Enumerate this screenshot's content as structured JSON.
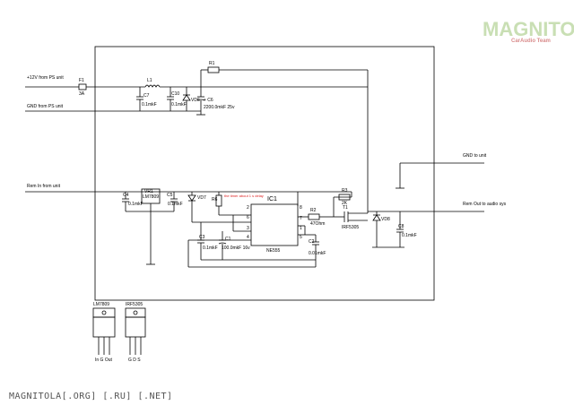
{
  "logo": {
    "text": "MAGNITOLA",
    "sub": "CarAudio Team"
  },
  "footer": "MAGNITOLA[.ORG] [.RU] [.NET]",
  "labels": {
    "in_12v": "+12V from PS unit",
    "in_gnd": "GND from PS unit",
    "rem_in": "Rem In from unit",
    "gnd_out": "GND to unit",
    "rem_out": "Rem Out to audio sys",
    "note": "the timer about 1 s delay"
  },
  "parts": {
    "f1": "F1",
    "f1v": "3A",
    "l1": "L1",
    "c7": "C7",
    "c7v": "0.1mkF",
    "c10": "C10",
    "c10v": "0.1mkF",
    "vd6": "VD6",
    "c6": "+ C6",
    "c6v": "2200.0mkF 25v",
    "r1": "R1",
    "c4": "C4",
    "c4v": "0.1mkF",
    "vr1": "VR1",
    "vr1v": "LM7809",
    "c5": "C5",
    "c5v": "0.1mkF",
    "vd7": "VD7",
    "r6": "R6",
    "ic1": "IC1",
    "ic1v": "NE555",
    "r2": "R2",
    "r2v": "47Ohm",
    "c3": "C3",
    "c3v": "0.1mkF",
    "c1": "C1",
    "c1v": "100.0mkF 16v",
    "c2": "C2",
    "c2v": "0.01mkF",
    "r3": "R3",
    "r3v": "2K",
    "t1": "T1",
    "t1v": "IRF5305",
    "vd8": "VD8",
    "c8": "C8",
    "c8v": "0.1mkF"
  },
  "pins": [
    "2",
    "6",
    "3",
    "4",
    "8",
    "7",
    "1",
    "5"
  ],
  "packages": [
    {
      "name": "LM7809",
      "pins": "In G Out"
    },
    {
      "name": "IRF5305",
      "pins": "G D S"
    }
  ]
}
